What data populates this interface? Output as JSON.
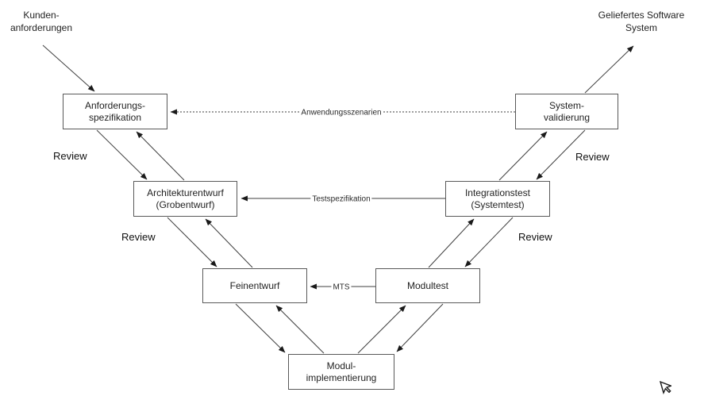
{
  "diagram_type": "v-model-software-process",
  "colors": {
    "background": "#ffffff",
    "box_border": "#595959",
    "line": "#3f3f3f",
    "arrowhead": "#1a1a1a",
    "text": "#1f1f1f"
  },
  "nodes": {
    "anforderungsspezifikation": {
      "label": "Anforderungs-\nspezifikation"
    },
    "architekturentwurf": {
      "label": "Architekturentwurf\n(Grobentwurf)"
    },
    "feinentwurf": {
      "label": "Feinentwurf"
    },
    "modulimplementierung": {
      "label": "Modul-\nimplementierung"
    },
    "modultest": {
      "label": "Modultest"
    },
    "integrationstest": {
      "label": "Integrationstest\n(Systemtest)"
    },
    "systemvalidierung": {
      "label": "System-\nvalidierung"
    }
  },
  "external": {
    "input": "Kunden-\nanforderungen",
    "output": "Geliefertes Software\nSystem"
  },
  "edge_labels": {
    "anwendungsszenarien": "Anwendungsszenarien",
    "testspezifikation": "Testspezifikation",
    "mts": "MTS"
  },
  "review_labels": [
    "Review",
    "Review",
    "Review",
    "Review"
  ]
}
